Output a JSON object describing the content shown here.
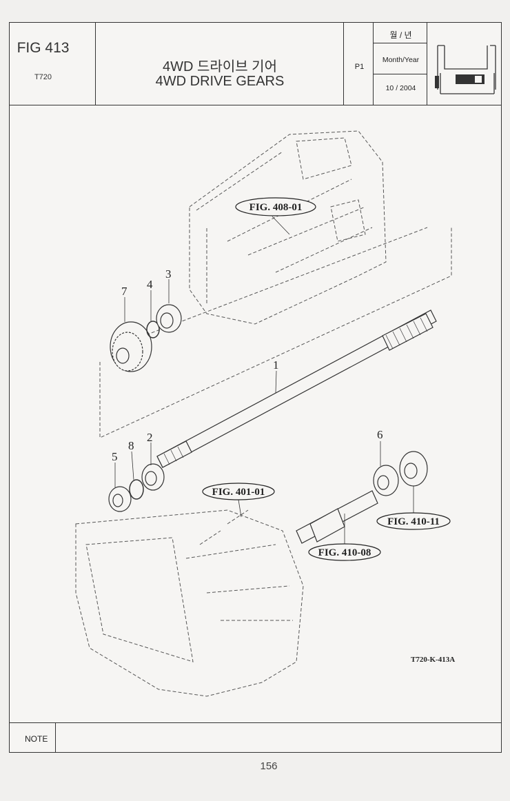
{
  "header": {
    "figure_no": "FIG 413",
    "model": "T720",
    "title_korean": "4WD 드라이브 기어",
    "title_english": "4WD DRIVE GEARS",
    "page_code": "P1",
    "month_year_korean": "월 / 년",
    "month_year_label": "Month/Year",
    "date": "10 / 2004",
    "tractor_icon": "tractor-icon"
  },
  "diagram": {
    "part_callouts": [
      "1",
      "2",
      "3",
      "4",
      "5",
      "6",
      "7",
      "8"
    ],
    "figure_refs": [
      "FIG. 408-01",
      "FIG. 401-01",
      "FIG. 410-11",
      "FIG. 410-08"
    ],
    "drawing_code": "T720-K-413A"
  },
  "footer": {
    "note_label": "NOTE",
    "page_number": "156"
  }
}
